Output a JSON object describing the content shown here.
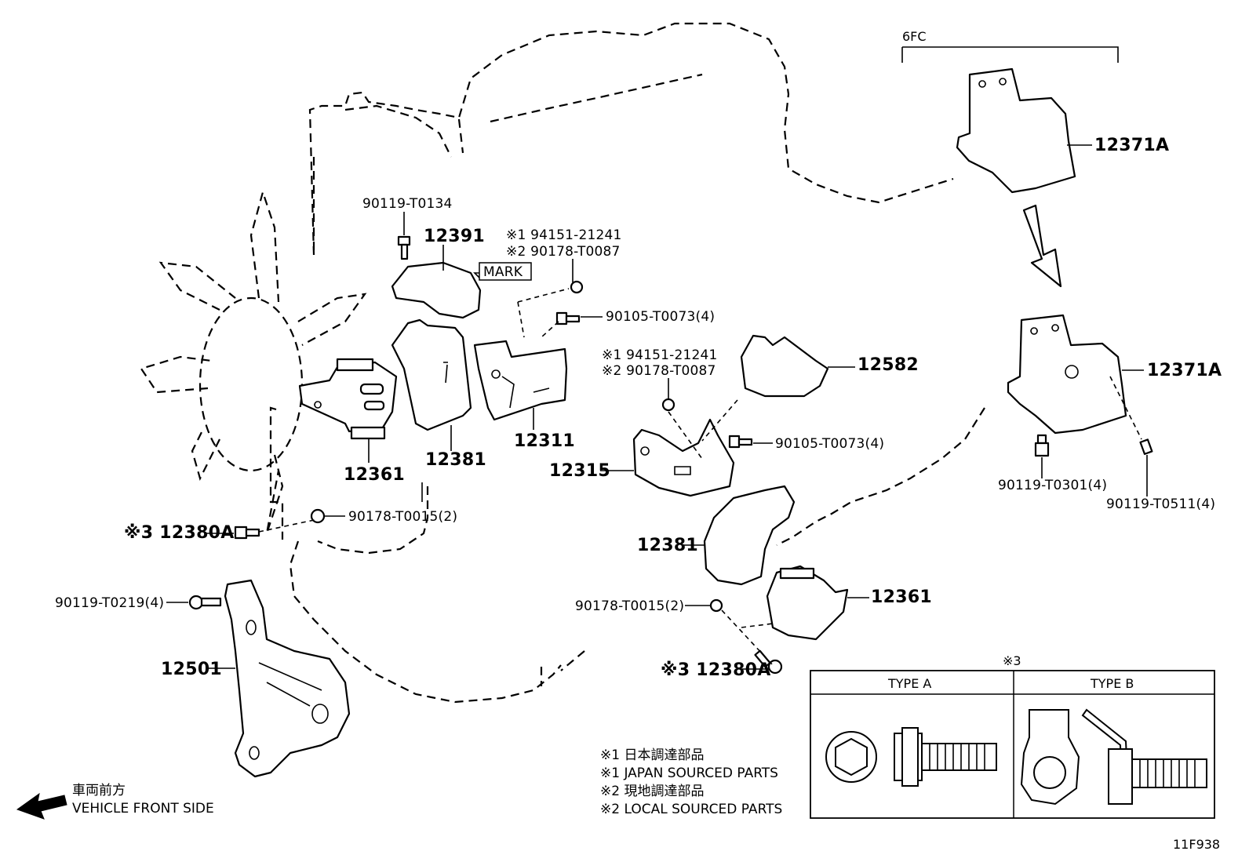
{
  "labels": {
    "top_group": "6FC",
    "mark": "MARK",
    "front_jp": "車両前方",
    "front_en": "VEHICLE FRONT SIDE",
    "diagram_id": "11F938"
  },
  "callouts": {
    "p90119_T0134": "90119-T0134",
    "p12391": "12391",
    "p94151_1_top": "※1 94151-21241",
    "p90178_2_top": "※2 90178-T0087",
    "p90105_top": "90105-T0073(4)",
    "p12361_left": "12361",
    "p12381_left": "12381",
    "p12311": "12311",
    "p90178_T0015_left": "90178-T0015(2)",
    "p12380A_left": "※3 12380A",
    "p90119_T0219": "90119-T0219(4)",
    "p12501": "12501",
    "p94151_1_mid": "※1 94151-21241",
    "p90178_2_mid": "※2 90178-T0087",
    "p12582": "12582",
    "p90105_mid": "90105-T0073(4)",
    "p12315": "12315",
    "p12381_right": "12381",
    "p90178_T0015_right": "90178-T0015(2)",
    "p12361_right": "12361",
    "p12380A_right": "※3 12380A",
    "p12371A_top": "12371A",
    "p12371A_bottom": "12371A",
    "p90119_T0301": "90119-T0301(4)",
    "p90119_T0511": "90119-T0511(4)"
  },
  "legend": {
    "n1_jp": "※1 日本調達部品",
    "n1_en": "※1 JAPAN SOURCED PARTS",
    "n2_jp": "※2 現地調達部品",
    "n2_en": "※2 LOCAL SOURCED PARTS"
  },
  "type_box": {
    "header": "※3",
    "type_a": "TYPE A",
    "type_b": "TYPE B"
  }
}
